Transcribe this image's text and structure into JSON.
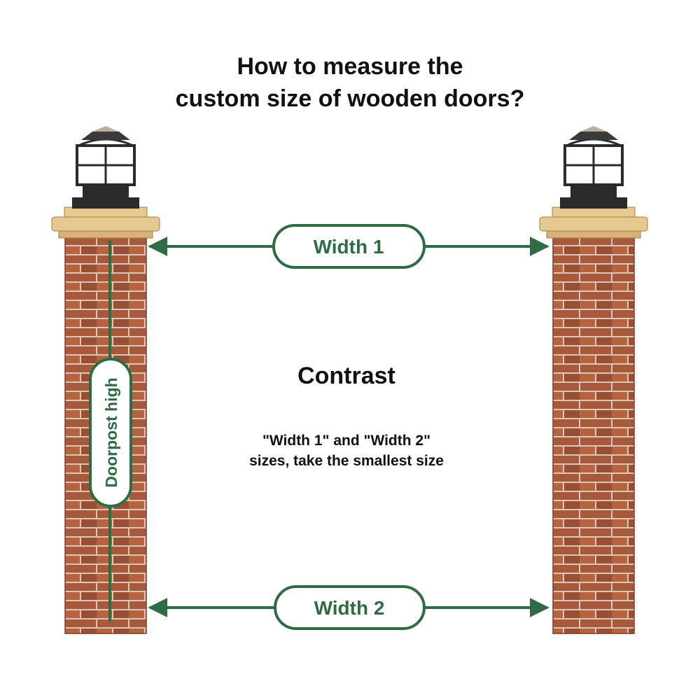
{
  "title": {
    "line1": "How to measure the",
    "line2": "custom size of wooden doors?"
  },
  "labels": {
    "width1": "Width 1",
    "width2": "Width 2",
    "doorpost": "Doorpost high"
  },
  "center": {
    "heading": "Contrast",
    "note_line1": "\"Width 1\" and \"Width 2\"",
    "note_line2": "sizes, take the smallest size"
  },
  "colors": {
    "accent": "#2f6b45",
    "brick": "#a8583b",
    "mortar": "#d9c8b8",
    "cap": "#e6c98f",
    "lamp": "#2b2b2b"
  }
}
